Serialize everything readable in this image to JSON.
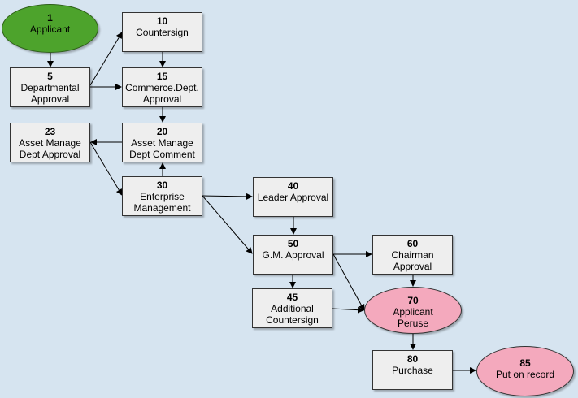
{
  "nodes": [
    {
      "id": "n1",
      "num": "1",
      "label": "Applicant",
      "shape": "ellipse",
      "fill": "#4da32c"
    },
    {
      "id": "n10",
      "num": "10",
      "label": "Countersign",
      "shape": "rect",
      "fill": "#eeeeee"
    },
    {
      "id": "n5",
      "num": "5",
      "label": "Departmental\nApproval",
      "shape": "rect",
      "fill": "#eeeeee"
    },
    {
      "id": "n15",
      "num": "15",
      "label": "Commerce.Dept.\nApproval",
      "shape": "rect",
      "fill": "#eeeeee"
    },
    {
      "id": "n23",
      "num": "23",
      "label": "Asset Manage\nDept Approval",
      "shape": "rect",
      "fill": "#eeeeee"
    },
    {
      "id": "n20",
      "num": "20",
      "label": "Asset Manage\nDept Comment",
      "shape": "rect",
      "fill": "#eeeeee"
    },
    {
      "id": "n30",
      "num": "30",
      "label": "Enterprise\nManagement",
      "shape": "rect",
      "fill": "#eeeeee"
    },
    {
      "id": "n40",
      "num": "40",
      "label": "Leader Approval",
      "shape": "rect",
      "fill": "#eeeeee"
    },
    {
      "id": "n50",
      "num": "50",
      "label": "G.M. Approval",
      "shape": "rect",
      "fill": "#eeeeee"
    },
    {
      "id": "n60",
      "num": "60",
      "label": "Chairman\nApproval",
      "shape": "rect",
      "fill": "#eeeeee"
    },
    {
      "id": "n45",
      "num": "45",
      "label": "Additional\nCountersign",
      "shape": "rect",
      "fill": "#eeeeee"
    },
    {
      "id": "n70",
      "num": "70",
      "label": "Applicant\nPeruse",
      "shape": "ellipse",
      "fill": "#f4a9bd"
    },
    {
      "id": "n80",
      "num": "80",
      "label": "Purchase",
      "shape": "rect",
      "fill": "#eeeeee"
    },
    {
      "id": "n85",
      "num": "85",
      "label": "Put on record",
      "shape": "ellipse",
      "fill": "#f4a9bd"
    }
  ],
  "edges": [
    {
      "from": "n1",
      "to": "n5"
    },
    {
      "from": "n5",
      "to": "n10"
    },
    {
      "from": "n5",
      "to": "n15"
    },
    {
      "from": "n10",
      "to": "n15"
    },
    {
      "from": "n15",
      "to": "n20"
    },
    {
      "from": "n20",
      "to": "n23"
    },
    {
      "from": "n23",
      "to": "n30"
    },
    {
      "from": "n30",
      "to": "n20"
    },
    {
      "from": "n30",
      "to": "n40"
    },
    {
      "from": "n30",
      "to": "n50"
    },
    {
      "from": "n40",
      "to": "n50"
    },
    {
      "from": "n50",
      "to": "n60"
    },
    {
      "from": "n50",
      "to": "n45"
    },
    {
      "from": "n50",
      "to": "n70"
    },
    {
      "from": "n45",
      "to": "n70"
    },
    {
      "from": "n60",
      "to": "n70"
    },
    {
      "from": "n70",
      "to": "n80"
    },
    {
      "from": "n80",
      "to": "n85"
    }
  ]
}
